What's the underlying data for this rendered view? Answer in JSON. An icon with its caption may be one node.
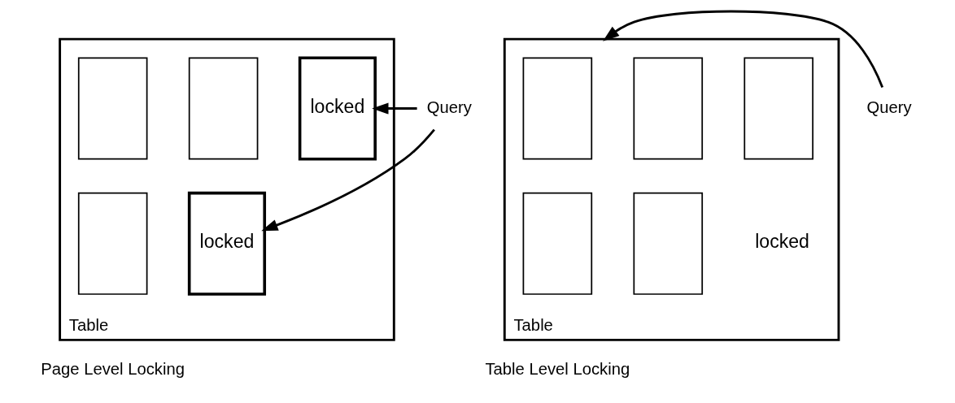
{
  "diagram": {
    "nodes": [
      {
        "text": [
          "Table"
        ],
        "beside": [
          "Page Level Locking"
        ]
      },
      {
        "text": [],
        "shape": "box",
        "in": 0
      },
      {
        "text": [],
        "shape": "box",
        "in": 0
      },
      {
        "text": [
          "locked"
        ],
        "in": 0
      },
      {
        "text": [],
        "shape": "box",
        "in": 0
      },
      {
        "text": [
          "locked"
        ],
        "in": 0
      },
      {
        "text": [
          "Query"
        ]
      },
      {
        "text": [
          "Table",
          "locked"
        ],
        "beside": [
          "Table Level Locking"
        ]
      },
      {
        "text": [],
        "shape": "box",
        "in": 7
      },
      {
        "text": [],
        "shape": "box",
        "in": 7
      },
      {
        "text": [],
        "shape": "box",
        "in": 7
      },
      {
        "text": [],
        "shape": "box",
        "in": 7
      },
      {
        "text": [],
        "shape": "box",
        "in": 7
      },
      {
        "text": [
          "Query"
        ]
      }
    ],
    "edges": [
      {
        "from": 6,
        "to": 3,
        "arrow": "to"
      },
      {
        "from": 6,
        "to": 5,
        "arrow": "to"
      },
      {
        "from": 13,
        "to": 7,
        "arrow": "to"
      }
    ]
  }
}
